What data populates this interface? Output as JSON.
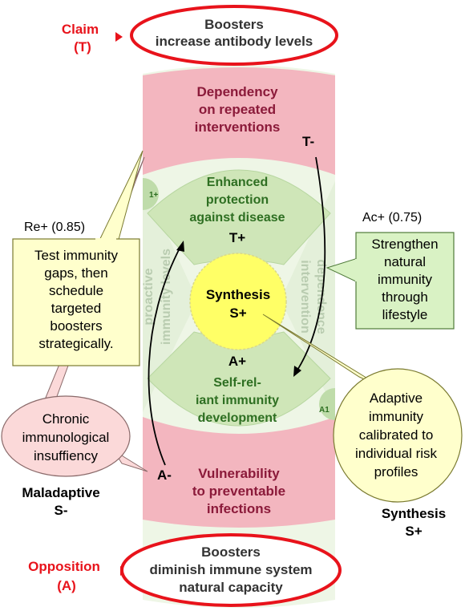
{
  "claim": {
    "tag": [
      "Claim",
      "(T)"
    ],
    "text": [
      "Boosters",
      "increase antibody levels"
    ]
  },
  "opposition": {
    "tag": [
      "Opposition",
      "(A)"
    ],
    "text": [
      "Boosters",
      "diminish immune system",
      "natural capacity"
    ]
  },
  "dependency": [
    "Dependency",
    "on repeated",
    "interventions"
  ],
  "vulnerability": [
    "Vulnerability",
    "to preventable",
    "infections"
  ],
  "enhanced": [
    "Enhanced",
    "protection",
    "against disease"
  ],
  "self_reliant": [
    "Self-rel-",
    "iant immunity",
    "development"
  ],
  "markers": {
    "t_plus": "T+",
    "t_minus": "T-",
    "a_plus": "A+",
    "a_minus": "A-"
  },
  "synthesis_center": [
    "Synthesis",
    "S+"
  ],
  "faded_left": [
    "proactive",
    "immunity levels"
  ],
  "faded_right": [
    "intervention",
    "dependence"
  ],
  "small_labels": {
    "left": "1+",
    "right": "A1"
  },
  "re_score": "Re+ (0.85)",
  "ac_score": "Ac+ (0.75)",
  "callout_test": [
    "Test immunity",
    "gaps, then",
    "schedule",
    "targeted",
    "boosters",
    "strategically."
  ],
  "callout_strengthen": [
    "Strengthen",
    "natural",
    "immunity",
    "through",
    "lifestyle"
  ],
  "callout_chronic": [
    "Chronic",
    "immunological",
    "insuffiency"
  ],
  "callout_adaptive": [
    "Adaptive",
    "immunity",
    "calibrated to",
    "individual risk",
    "profiles"
  ],
  "maladaptive_label": [
    "Maladaptive",
    "S-"
  ],
  "synthesis_label": [
    "Synthesis",
    "S+"
  ],
  "colors": {
    "red": "#e8131b",
    "maroon": "#8b1a3a",
    "green_text": "#2e6f22",
    "pink_band": "#f3b6bf",
    "green_fill": "#cfe6b8",
    "green_light": "#e6f2dc",
    "yellow": "#ffff66",
    "yellow_light": "#ffffcc",
    "callout_green": "#d9f2c4",
    "callout_pink": "#fbd9d9"
  }
}
